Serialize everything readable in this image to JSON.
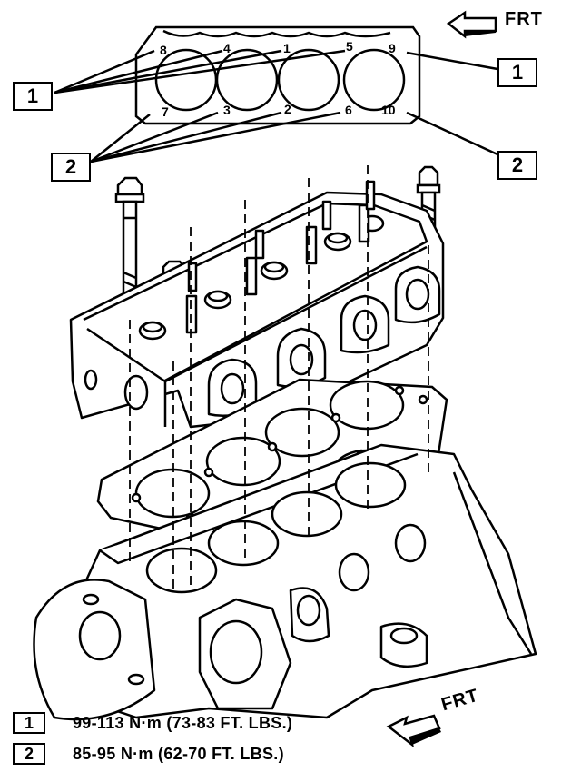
{
  "direction_label": "FRT",
  "bolt_sequence": {
    "intake_row": [
      "8",
      "4",
      "1",
      "5",
      "9"
    ],
    "exhaust_row": [
      "7",
      "3",
      "2",
      "6",
      "10"
    ]
  },
  "callouts": [
    "1",
    "2"
  ],
  "legend": [
    {
      "id": "1",
      "text": "99-113 N·m (73-83 FT. LBS.)"
    },
    {
      "id": "2",
      "text": "85-95 N·m (62-70 FT. LBS.)"
    }
  ]
}
